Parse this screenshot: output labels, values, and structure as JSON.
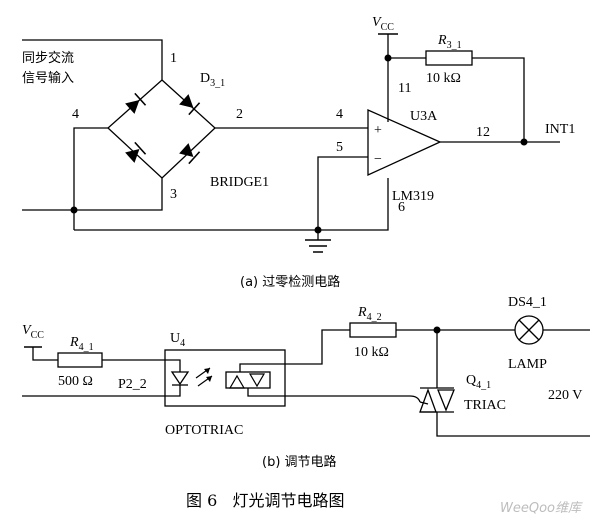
{
  "part_a": {
    "input_label_line1": "同步交流",
    "input_label_line2": "信号输入",
    "bridge_designator": "D",
    "bridge_designator_sub": "3_1",
    "bridge_name": "BRIDGE1",
    "pin_bridge_top": "1",
    "pin_bridge_left": "4",
    "pin_bridge_right": "2",
    "pin_bridge_bottom": "3",
    "vcc_main": "V",
    "vcc_sub": "CC",
    "resistor_designator": "R",
    "resistor_sub": "3_1",
    "resistor_value": "10 kΩ",
    "pin_vcc": "11",
    "comparator_name": "U3A",
    "comparator_part": "LM319",
    "pin_noninv": "4",
    "pin_inv": "5",
    "pin_gnd": "6",
    "pin_out": "12",
    "plus_sign": "+",
    "minus_sign": "−",
    "output_net": "INT1",
    "caption": "(a) 过零检测电路"
  },
  "part_b": {
    "vcc_main": "V",
    "vcc_sub": "CC",
    "r41_designator": "R",
    "r41_sub": "4_1",
    "r41_value": "500 Ω",
    "net_label": "P2_2",
    "opto_designator": "U",
    "opto_sub": "4",
    "opto_name": "OPTOTRIAC",
    "r42_designator": "R",
    "r42_sub": "4_2",
    "r42_value": "10 kΩ",
    "lamp_designator": "DS4_1",
    "lamp_name": "LAMP",
    "triac_designator": "Q",
    "triac_sub": "4_1",
    "triac_name": "TRIAC",
    "mains_voltage": "220 V",
    "caption": "(b) 调节电路"
  },
  "figure_caption": "图 6   灯光调节电路图",
  "watermark": "WeeQoo维库"
}
